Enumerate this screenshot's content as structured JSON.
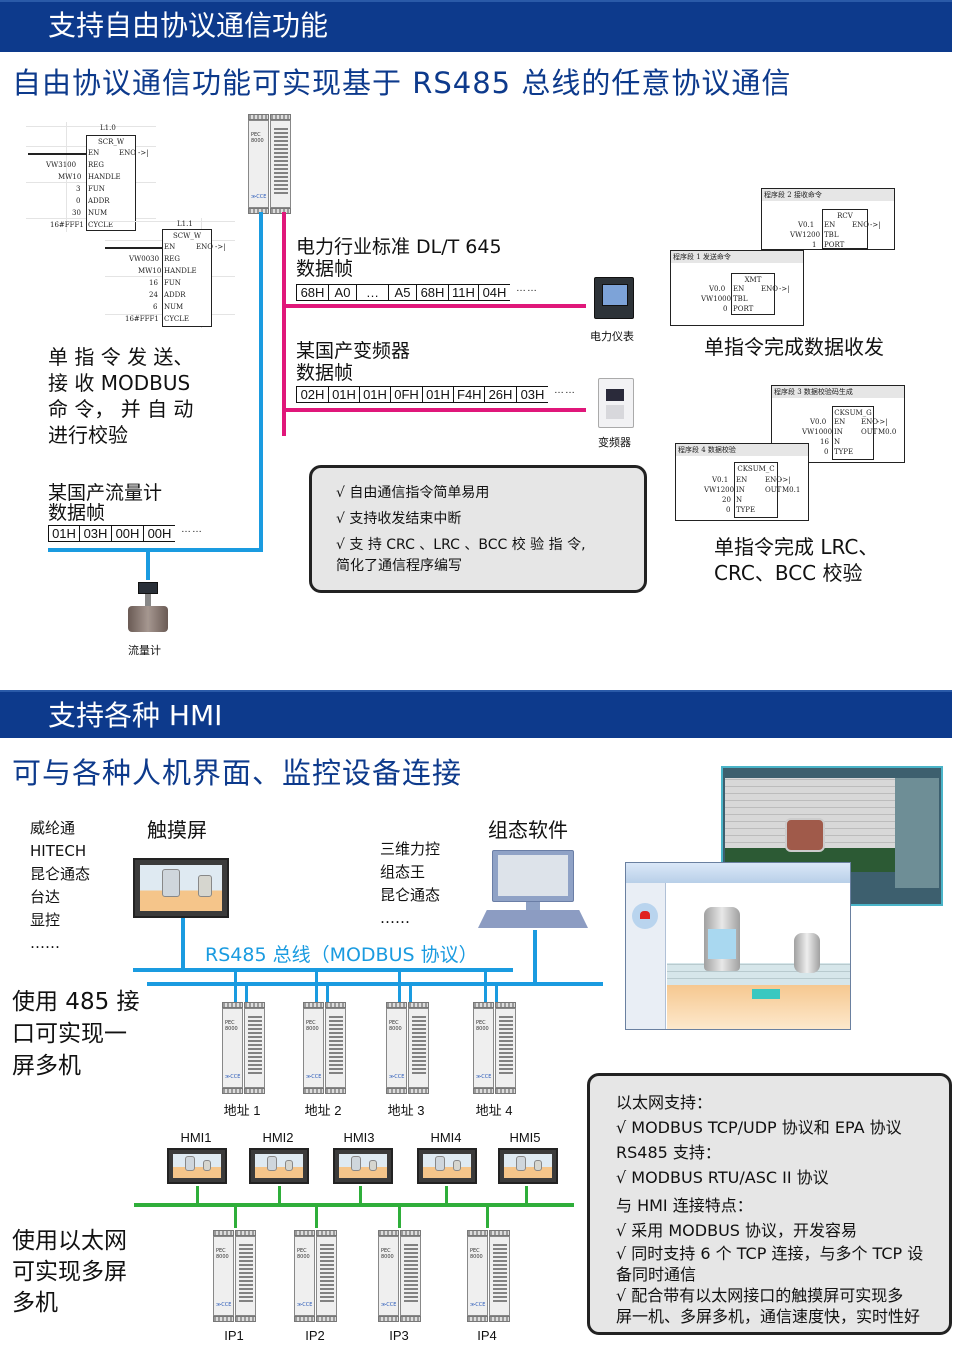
{
  "section1": {
    "band_title": "支持自由协议通信功能",
    "subtitle": "自由协议通信功能可实现基于 RS485 总线的任意协议通信",
    "ladder1": {
      "coil": "L1.0",
      "block": "SCR_W",
      "pins_in": [
        "EN",
        "REG",
        "HANDLE",
        "FUN",
        "ADDR",
        "NUM",
        "CYCLE"
      ],
      "values_in": [
        "",
        "VW3100",
        "MW10",
        "3",
        "0",
        "30",
        "16#FFF1"
      ],
      "pin_out": "ENO",
      "out_end": "->|"
    },
    "ladder2": {
      "coil": "L1.1",
      "block": "SCW_W",
      "pins_in": [
        "EN",
        "REG",
        "HANDLE",
        "FUN",
        "ADDR",
        "NUM",
        "CYCLE"
      ],
      "values_in": [
        "",
        "VW0030",
        "MW10",
        "16",
        "24",
        "6",
        "16#FFF1"
      ],
      "pin_out": "ENO",
      "out_end": "->|"
    },
    "controller": {
      "model_line1": "PEC",
      "model_line2": "8000",
      "logo": "≫CCE"
    },
    "dlt645": {
      "title1": "电力行业标准 DL/T 645",
      "title2": "数据帧",
      "cells": [
        "68H",
        "A0",
        "…",
        "A5",
        "68H",
        "11H",
        "04H"
      ],
      "dots": "……",
      "device_label": "电力仪表"
    },
    "vfd": {
      "title1": "某国产变频器",
      "title2": "数据帧",
      "cells": [
        "02H",
        "01H",
        "01H",
        "0FH",
        "01H",
        "F4H",
        "26H",
        "03H"
      ],
      "dots": "……",
      "device_label": "变频器"
    },
    "flow": {
      "title1": "某国产流量计",
      "title2": "数据帧",
      "cells": [
        "01H",
        "03H",
        "00H",
        "00H"
      ],
      "dots": "……",
      "device_label": "流量计"
    },
    "left_desc": [
      "单 指 令 发 送、",
      "接 收 MODBUS",
      "命 令， 并 自 动",
      "进行校验"
    ],
    "features_box": [
      "√ 自由通信指令简单易用",
      "√ 支持收发结束中断",
      "√  支 持 CRC 、LRC 、BCC 校 验 指 令,",
      "简化了通信程序编写"
    ],
    "xmt_rcv": {
      "seg2_title": "程序段 2  接收命令",
      "rcv_block": "RCV",
      "rcv_pins": [
        "EN",
        "TBL",
        "PORT"
      ],
      "rcv_vals": [
        "V0.1",
        "VW1200",
        "1"
      ],
      "seg1_title": "程序段 1  发送命令",
      "xmt_block": "XMT",
      "xmt_pins": [
        "EN",
        "TBL",
        "PORT"
      ],
      "xmt_vals": [
        "V0.0",
        "VW1000",
        "0"
      ],
      "eno": "ENO",
      "out_end": "->|",
      "caption": "单指令完成数据收发"
    },
    "checksum": {
      "seg3_title": "程序段 3  数据校验码生成",
      "gen_block": "CKSUM_G",
      "gen_pins": [
        "EN",
        "IN",
        "N",
        "TYPE"
      ],
      "gen_vals": [
        "V0.0",
        "VW1000",
        "16",
        "0"
      ],
      "gen_out": "M0.0",
      "seg4_title": "程序段 4  数据校验",
      "chk_block": "CKSUM_C",
      "chk_pins": [
        "EN",
        "IN",
        "N",
        "TYPE"
      ],
      "chk_vals": [
        "V0.1",
        "VW1200",
        "20",
        "0"
      ],
      "chk_out": "M0.1",
      "eno": "ENO",
      "out_pin": "OUT",
      "out_end": "->|",
      "caption1": "单指令完成 LRC、",
      "caption2": "CRC、BCC 校验"
    }
  },
  "section2": {
    "band_title": "支持各种 HMI",
    "subtitle": "可与各种人机界面、监控设备连接",
    "touch_brands": [
      "威纶通",
      "HITECH",
      "昆仑通态",
      "台达",
      "显控",
      "……"
    ],
    "touch_label": "触摸屏",
    "scada_brands": [
      "三维力控",
      "组态王",
      "昆仑通态",
      "……"
    ],
    "scada_label": "组态软件",
    "bus_label": "RS485 总线（MODBUS 协议）",
    "rs485_desc": [
      "使用 485 接",
      "口可实现一",
      "屏多机"
    ],
    "addresses": [
      "地址 1",
      "地址 2",
      "地址 3",
      "地址 4"
    ],
    "hmis": [
      "HMI1",
      "HMI2",
      "HMI3",
      "HMI4",
      "HMI5"
    ],
    "ips": [
      "IP1",
      "IP2",
      "IP3",
      "IP4"
    ],
    "eth_desc": [
      "使用以太网",
      "可实现多屏",
      "多机"
    ],
    "support_box": [
      "以太网支持：",
      "√ MODBUS TCP/UDP 协议和 EPA 协议",
      "RS485 支持：",
      "√ MODBUS RTU/ASC II 协议",
      "与 HMI 连接特点：",
      "√ 采用 MODBUS 协议，开发容易",
      "√  同时支持 6 个 TCP 连接，与多个 TCP 设",
      "备同时通信",
      "√  配合带有以太网接口的触摸屏可实现多",
      "屏一机、多屏多机，通信速度快，实时性好"
    ]
  },
  "colors": {
    "band": "#0d3a8c",
    "rs485": "#1a9be0",
    "free_protocol": "#e0177a",
    "ethernet": "#2fae3a",
    "box_bg": "#e6e6e6"
  }
}
